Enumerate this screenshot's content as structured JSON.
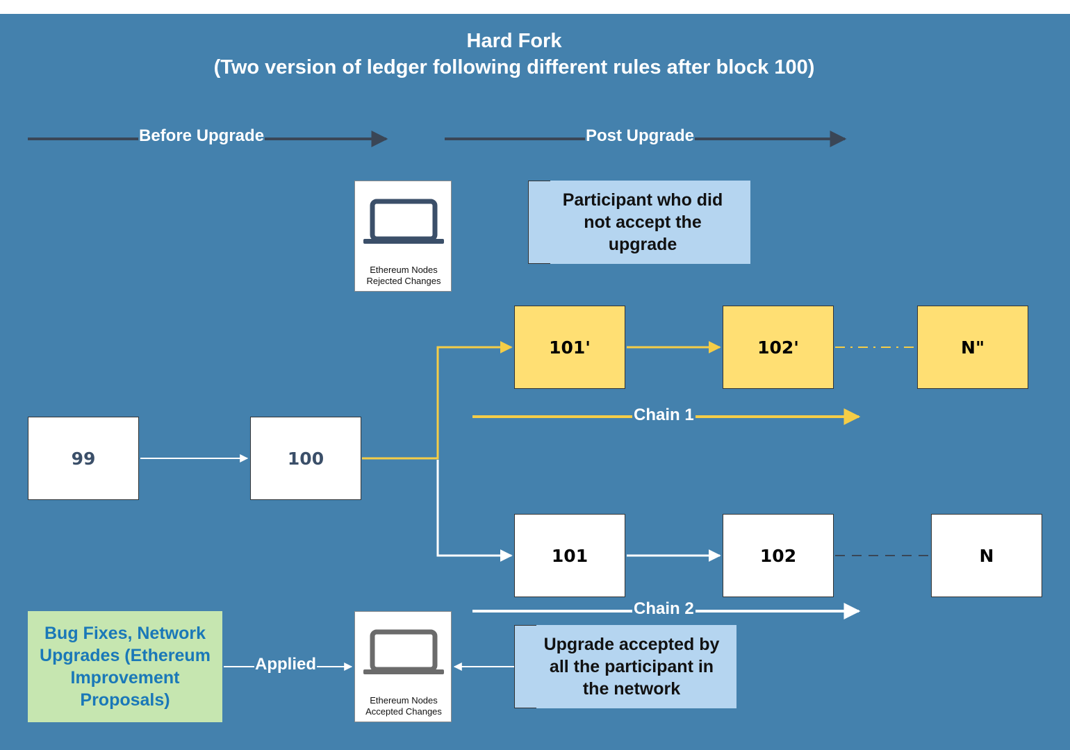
{
  "title": {
    "line1": "Hard Fork",
    "line2": "(Two version of ledger following different rules after block 100)"
  },
  "phases": {
    "before": "Before Upgrade",
    "post": "Post Upgrade"
  },
  "blocks": {
    "b99": "99",
    "b100": "100",
    "chain1": [
      "101'",
      "102'",
      "N\""
    ],
    "chain2": [
      "101",
      "102",
      "N"
    ]
  },
  "chains": {
    "chain1_label": "Chain 1",
    "chain2_label": "Chain 2"
  },
  "nodes": {
    "rejected": {
      "line1": "Ethereum Nodes",
      "line2": "Rejected Changes"
    },
    "accepted": {
      "line1": "Ethereum Nodes",
      "line2": "Accepted Changes"
    }
  },
  "notes": {
    "rejected": "Participant who did not accept the upgrade",
    "accepted": "Upgrade accepted by all the participant in the network"
  },
  "source_box": "Bug Fixes, Network Upgrades (Ethereum Improvement Proposals)",
  "applied_label": "Applied",
  "colors": {
    "background": "#4481ad",
    "chain1": "#f5cd47",
    "chain2": "#ffffff",
    "phase_arrow": "#3a4656",
    "yellow_block": "#ffdf73",
    "note_fill": "#b5d5f0",
    "source_fill": "#c6e6b0",
    "source_text": "#1a78b8",
    "laptop": "#3b4f69",
    "laptop_gray": "#6b6b6b"
  },
  "icons": [
    "laptop-icon"
  ]
}
